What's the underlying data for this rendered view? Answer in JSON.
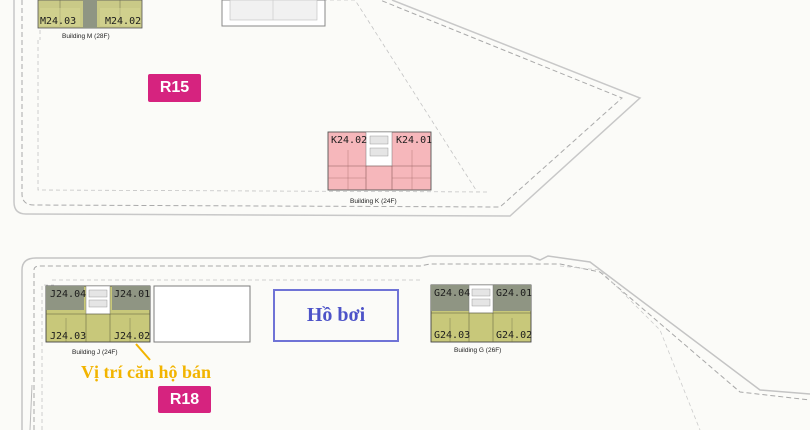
{
  "colors": {
    "building_k": "#f6b7bb",
    "buildings_default": "#c9c987",
    "unit_olive": "#c8c87a",
    "unit_grey": "#8f9583",
    "zone_badge": "#d6237f",
    "pool": "#4d53c8",
    "note": "#f2b400"
  },
  "zones": {
    "r15": "R15",
    "r18": "R18"
  },
  "buildings": {
    "m": {
      "caption": "Building M (28F)",
      "units": [
        "M24.03",
        "M24.02"
      ]
    },
    "k": {
      "caption": "Building K (24F)",
      "units": [
        "K24.02",
        "K24.01"
      ]
    },
    "j": {
      "caption": "Building J (24F)",
      "units": [
        "J24.04",
        "J24.01",
        "J24.03",
        "J24.02"
      ]
    },
    "g": {
      "caption": "Building G (26F)",
      "units": [
        "G24.04",
        "G24.01",
        "G24.03",
        "G24.02"
      ]
    }
  },
  "pool": {
    "label": "Hồ bơi"
  },
  "note": {
    "label": "Vị trí căn hộ bán"
  }
}
